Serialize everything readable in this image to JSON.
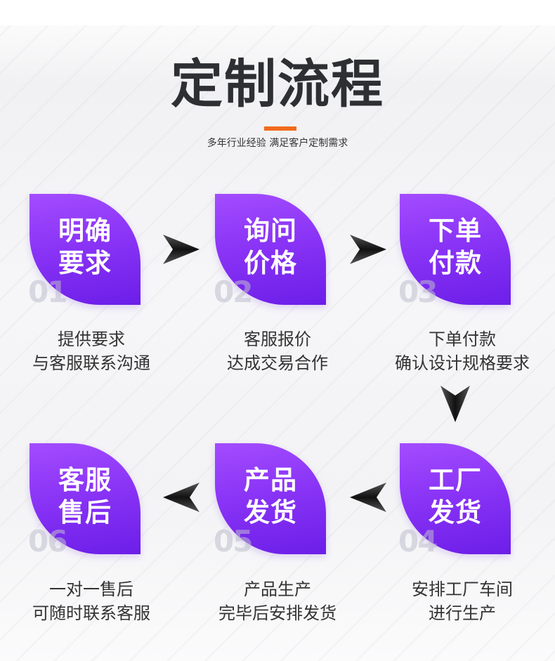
{
  "header": {
    "title": "定制流程",
    "subtitle": "多年行业经验 满足客户定制需求"
  },
  "colors": {
    "accent_bar": "#f26b1d",
    "card_top": "#a34cff",
    "card_bottom": "#6c1ee8",
    "text_dark": "#2e2f33"
  },
  "steps": [
    {
      "label": "明确\n要求",
      "number": "01",
      "description": "提供要求\n与客服联系沟通"
    },
    {
      "label": "询问\n价格",
      "number": "02",
      "description": "客服报价\n达成交易合作"
    },
    {
      "label": "下单\n付款",
      "number": "03",
      "description": "下单付款\n确认设计规格要求"
    },
    {
      "label": "工厂\n发货",
      "number": "04",
      "description": "安排工厂车间\n进行生产"
    },
    {
      "label": "产品\n发货",
      "number": "05",
      "description": "产品生产\n完毕后安排发货"
    },
    {
      "label": "客服\n售后",
      "number": "06",
      "description": "一对一售后\n可随时联系客服"
    }
  ],
  "arrow_icons": [
    "arrow-right-icon",
    "arrow-right-icon",
    "arrow-down-icon",
    "arrow-left-icon",
    "arrow-left-icon"
  ]
}
